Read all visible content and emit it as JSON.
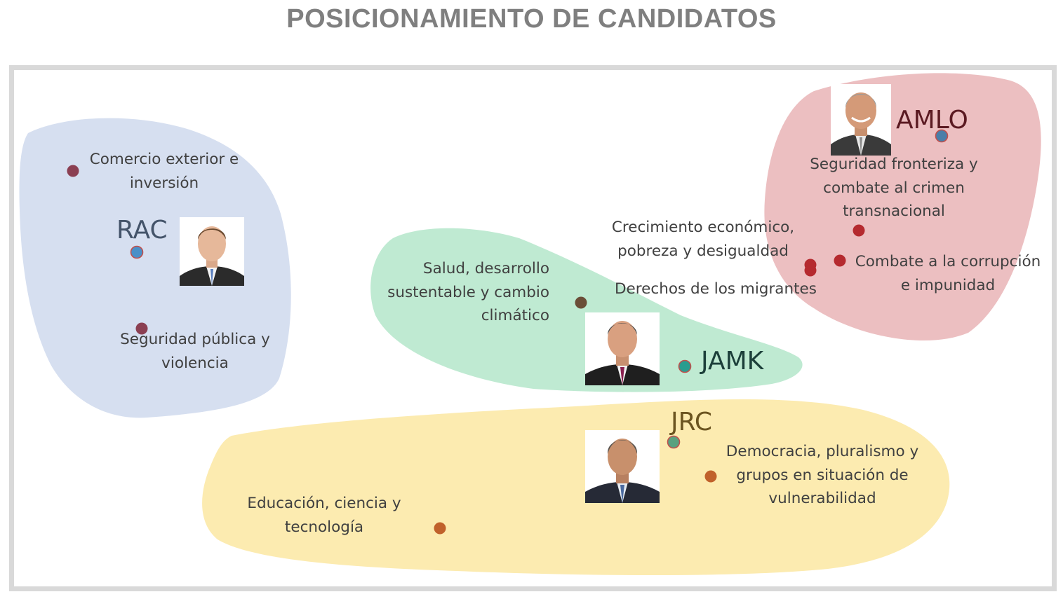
{
  "title": "POSICIONAMIENTO DE CANDIDATOS",
  "colors": {
    "blue_region": "#d6dff0",
    "green_region": "#bfead2",
    "red_region": "#ecbfc1",
    "yellow_region": "#fcebb0",
    "frame": "#d9d9d9",
    "title": "#7f7f7f",
    "label": "#404040"
  },
  "candidates": {
    "rac": {
      "name": "RAC",
      "color": "#44546a",
      "dot_color": "#4a90c8"
    },
    "amlo": {
      "name": "AMLO",
      "color": "#5b1a22",
      "dot_color": "#4a7ea8"
    },
    "jamk": {
      "name": "JAMK",
      "color": "#1c3f3a",
      "dot_color": "#2a9d8f"
    },
    "jrc": {
      "name": "JRC",
      "color": "#6b5420",
      "dot_color": "#5aa17f"
    }
  },
  "topics": {
    "comercio": [
      "Comercio exterior e",
      "inversión"
    ],
    "seguridad_publica": [
      "Seguridad pública y",
      "violencia"
    ],
    "salud": [
      "Salud, desarrollo",
      "sustentable y cambio",
      "climático"
    ],
    "crecimiento": [
      "Crecimiento económico,",
      "pobreza y desigualdad"
    ],
    "migrantes": [
      "Derechos de los migrantes"
    ],
    "seguridad_fronteriza": [
      "Seguridad fronteriza y",
      "combate al crimen",
      "transnacional"
    ],
    "corrupcion": [
      "Combate a la corrupción",
      "e impunidad"
    ],
    "democracia": [
      "Democracia, pluralismo y",
      "grupos en situación de",
      "vulnerabilidad"
    ],
    "educacion": [
      "Educación, ciencia y",
      "tecnología"
    ]
  }
}
